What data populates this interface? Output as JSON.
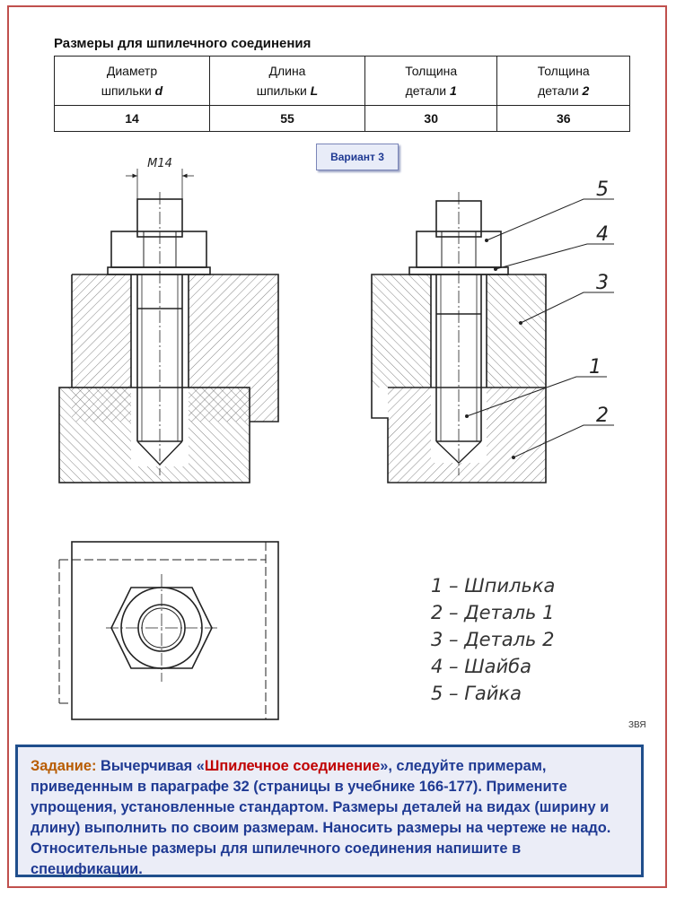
{
  "table": {
    "title": "Размеры для шпилечного соединения",
    "headers": [
      {
        "line1": "Диаметр",
        "line2": "шпильки",
        "var": "d"
      },
      {
        "line1": "Длина",
        "line2": "шпильки",
        "var": "L"
      },
      {
        "line1": "Толщина",
        "line2": "детали",
        "var": "1"
      },
      {
        "line1": "Толщина",
        "line2": "детали",
        "var": "2"
      }
    ],
    "values": [
      "14",
      "55",
      "30",
      "36"
    ]
  },
  "variant": "Вариант 3",
  "drawing": {
    "dimension": "M14",
    "callouts": [
      "5",
      "4",
      "3",
      "1",
      "2"
    ],
    "legend": [
      "1 – Шпилька",
      "2 – Деталь 1",
      "3 – Деталь 2",
      "4 – Шайба",
      "5 – Гайка"
    ]
  },
  "author_mark": "ЗВЯ",
  "task": {
    "label": "Задание:",
    "text_before": " Вычерчивая ",
    "quote_open": "«",
    "name": "Шпилечное соединение",
    "quote_close": "»",
    "text_after": ", следуйте примерам, приведенным  в параграфе 32 (страницы в учебнике 166-177). Примените упрощения, установленные стандартом. Размеры деталей на видах (ширину и длину) выполнить по своим размерам. Наносить размеры  на чертеже не надо. Относительные размеры для шпилечного соединения напишите в спецификации."
  },
  "colors": {
    "frame_border": "#c0504d",
    "task_border": "#1f4e8c",
    "task_text": "#1f3a93",
    "task_label": "#b85c00",
    "task_name": "#c00000"
  }
}
